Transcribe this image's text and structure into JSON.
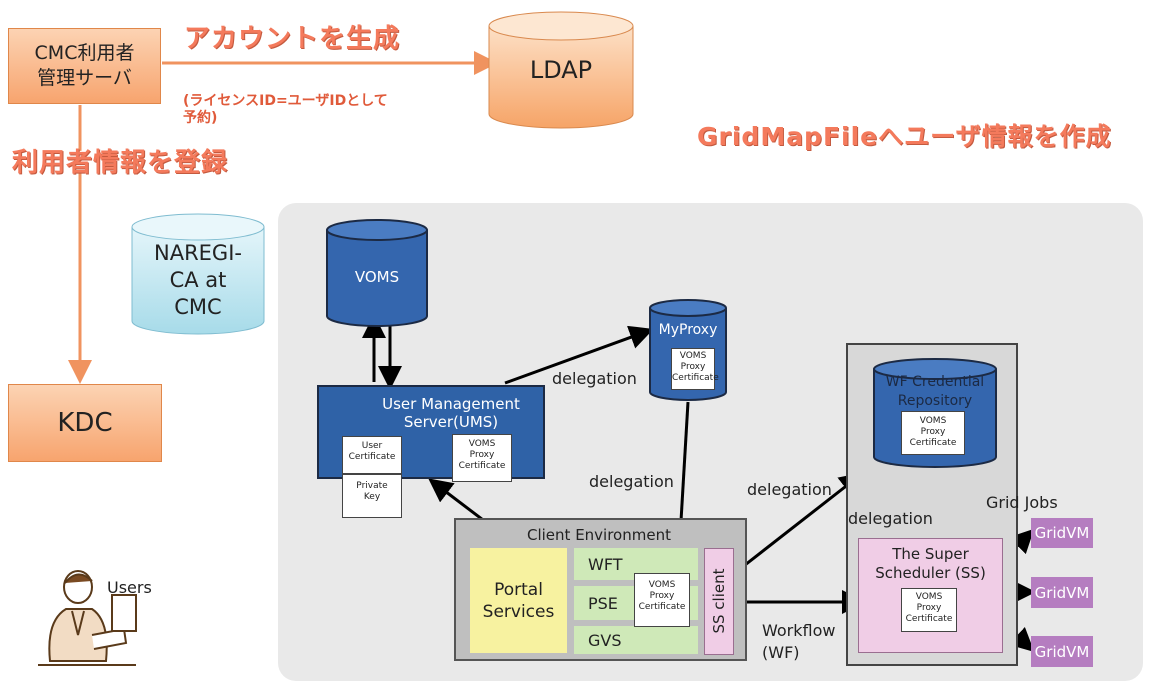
{
  "top": {
    "cmc_server": [
      "CMC利用者",
      "管理サーバ"
    ],
    "account_label": "アカウントを生成",
    "license_note": [
      "(ライセンスID=ユーザIDとして",
      "予約)"
    ],
    "ldap": "LDAP",
    "gridmap_label": "GridMapFileへユーザ情報を作成",
    "register_label": "利用者情報を登録",
    "kdc": "KDC",
    "naregi": [
      "NAREGI-",
      "CA at",
      "CMC"
    ],
    "users": "Users"
  },
  "grid": {
    "voms": "VOMS",
    "myproxy": "MyProxy",
    "ums": [
      "User Management",
      "Server(UMS)"
    ],
    "user_cert": [
      "User",
      "Certificate"
    ],
    "private_key": [
      "Private",
      "Key"
    ],
    "voms_cert": [
      "VOMS",
      "Proxy",
      "Certificate"
    ],
    "delegation": "delegation",
    "wf_repo": [
      "WF Credential",
      "Repository"
    ],
    "client_env": "Client Environment",
    "portal": [
      "Portal",
      "Services"
    ],
    "wft": "WFT",
    "pse": "PSE",
    "gvs": "GVS",
    "ss_client": "SS client",
    "super_scheduler": [
      "The Super",
      "Scheduler (SS)"
    ],
    "grid_jobs": "Grid Jobs",
    "gridvm": "GridVM",
    "workflow": [
      "Workflow",
      "(WF)"
    ]
  },
  "colors": {
    "orange": "#f7a46e",
    "blue": "#2f62a7",
    "cyan": "#b7e2ee",
    "purple": "#b57dc0",
    "pink": "#f0cde6",
    "red_text": "#f47a5c"
  }
}
